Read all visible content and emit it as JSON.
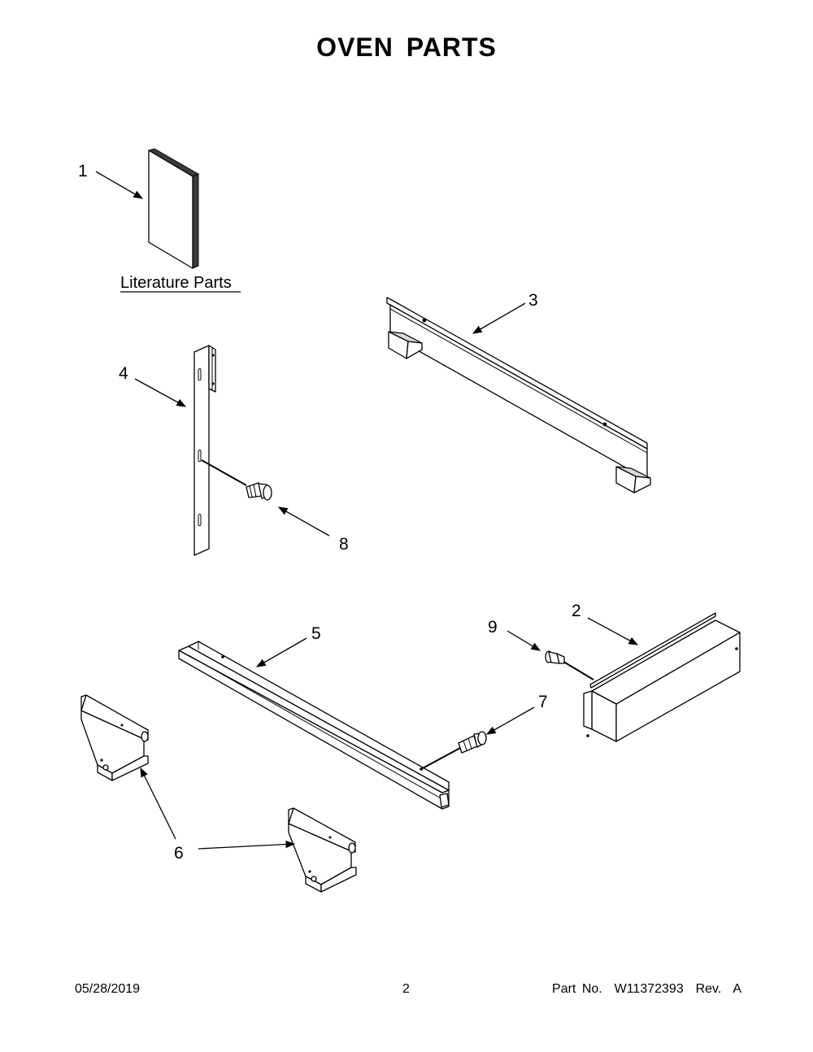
{
  "title": "OVEN PARTS",
  "literature_label": "Literature Parts",
  "callouts": {
    "c1": "1",
    "c2": "2",
    "c3": "3",
    "c4": "4",
    "c5": "5",
    "c6": "6",
    "c7": "7",
    "c8": "8",
    "c9": "9"
  },
  "footer": {
    "date": "05/28/2019",
    "page": "2",
    "part_no": "Part No.  W11372393  Rev.  A"
  }
}
